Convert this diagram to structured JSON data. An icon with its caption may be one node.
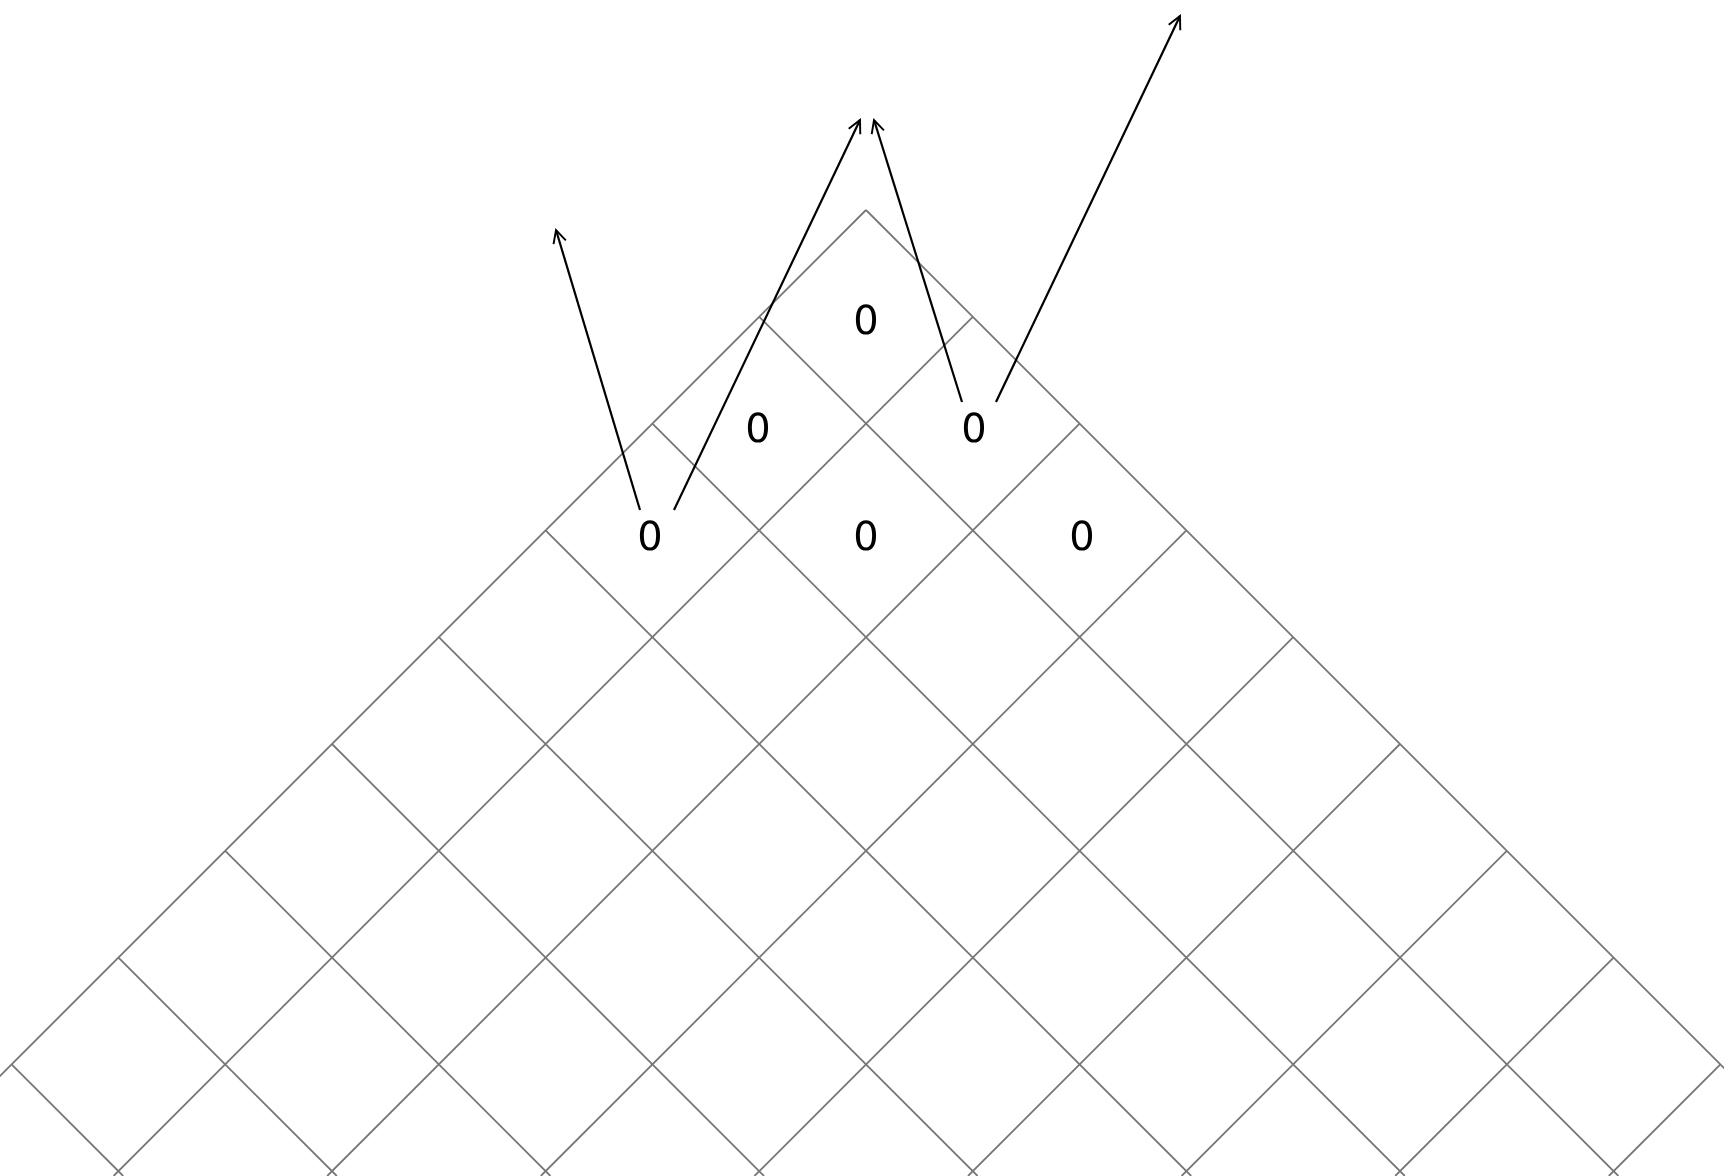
{
  "diagram": {
    "nodes": [
      {
        "text": [
          "0"
        ]
      },
      {
        "text": [
          "0"
        ]
      },
      {
        "text": [
          "0"
        ]
      },
      {
        "text": [
          "0"
        ]
      },
      {
        "text": [
          "0"
        ]
      },
      {
        "text": [
          "0"
        ]
      }
    ],
    "edges": [
      {
        "from": 3,
        "to": null,
        "arrow": "to"
      },
      {
        "from": 3,
        "to": null,
        "arrow": "to"
      },
      {
        "from": 2,
        "to": null,
        "arrow": "to"
      },
      {
        "from": 2,
        "to": null,
        "arrow": "to"
      }
    ]
  }
}
